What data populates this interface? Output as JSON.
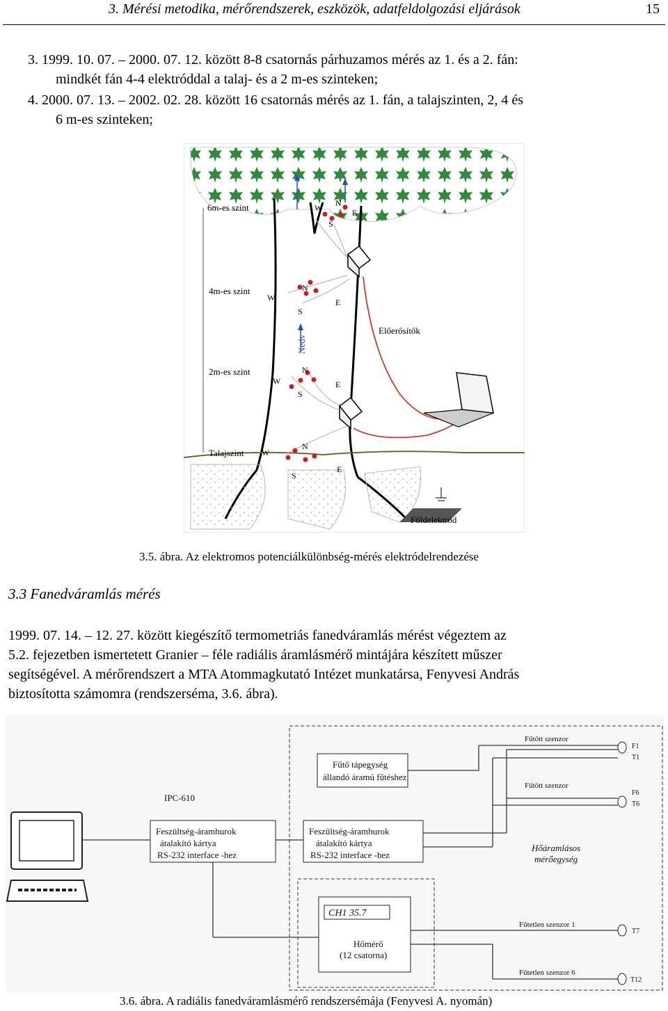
{
  "header": {
    "title": "3. Mérési metodika, mérőrendszerek, eszközök, adatfeldolgozási eljárások",
    "page": "15"
  },
  "list": {
    "item3_line1": "3.   1999. 10. 07. – 2000. 07. 12. között 8-8 csatornás párhuzamos mérés az 1. és a 2. fán:",
    "item3_line2": "mindkét fán 4-4 elektróddal a talaj- és a 2 m-es szinteken;",
    "item4_line1": "4.   2000. 07. 13. – 2002. 02. 28. között 16 csatornás mérés az 1. fán, a talajszinten, 2, 4 és",
    "item4_line2": "6 m-es szinteken;"
  },
  "figure1": {
    "levels": [
      "6m-es szint",
      "4m-es szint",
      "2m-es szint",
      "Talajszint"
    ],
    "amplifiers": "Előerősítők",
    "moisture": "Nedv",
    "ground": "Földelektród",
    "dirs": {
      "w": "W",
      "n": "N",
      "s": "S",
      "e": "E"
    },
    "caption": "3.5. ábra. Az elektromos potenciálkülönbség-mérés elektródelrendezése"
  },
  "section": {
    "title": "3.3 Fanedváramlás mérés"
  },
  "paragraph": {
    "l1": "1999. 07. 14. – 12. 27. között kiegészítő termometriás fanedváramlás mérést végeztem az",
    "l2": "5.2. fejezetben ismertetett Granier – féle radiális áramlásmérő mintájára készített műszer",
    "l3": "segítségével. A mérőrendszert a MTA Atommagkutató Intézet munkatársa, Fenyvesi András",
    "l4": "biztosította számomra (rendszerséma, 3.6. ábra)."
  },
  "figure2": {
    "pc_label": "IPC-610",
    "card1": [
      "Feszültség-áramhurok",
      "átalakító kártya",
      "RS-232 interface -hez"
    ],
    "card2": [
      "Feszültség-áramhurok",
      "átalakító kártya",
      "RS-232 interface -hez"
    ],
    "heater": [
      "Fűtő tápegység",
      "állandó áramú fűtéshez"
    ],
    "heated_sensor": "Fűtött szenzor",
    "heated_sensor2": "Fűtött szenzor",
    "unheated_sensor1": "Fűtetlen szenzor 1",
    "unheated_sensor6": "Fűtetlen szenzor 6",
    "ports": [
      "F1",
      "T1",
      "F6",
      "T6",
      "T7",
      "T12"
    ],
    "meter_display": "CH1  35.7",
    "meter": [
      "Hőmérő",
      "(12 csatorna)"
    ],
    "heatflow": [
      "Hőáramlásos",
      "mérőegység"
    ],
    "caption": "3.6. ábra. A radiális fanedváramlásmérő rendszersémája (Fenyvesi A. nyomán)"
  }
}
